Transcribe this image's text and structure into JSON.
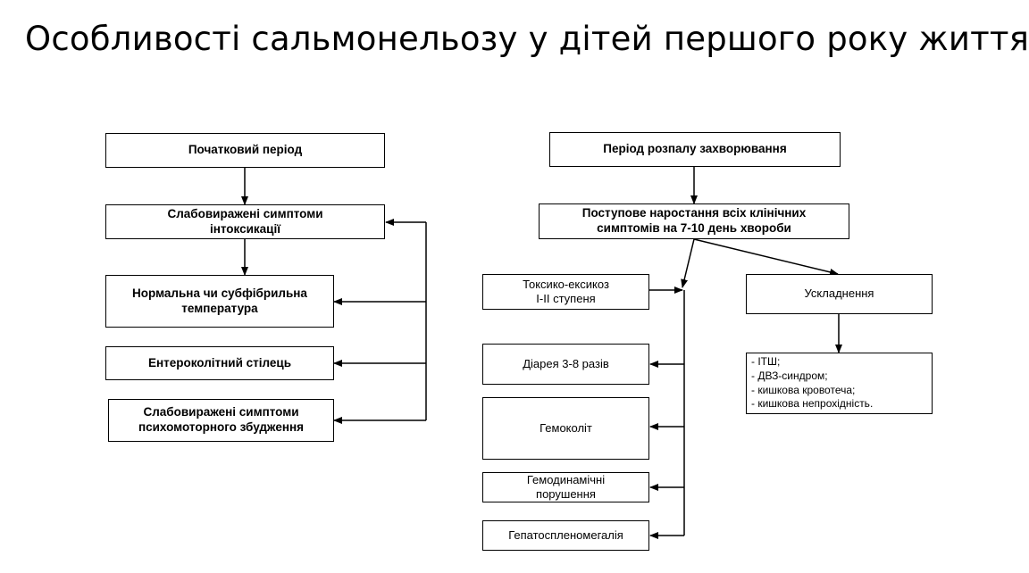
{
  "slide": {
    "title": "Особливості сальмонельозу у дітей першого року життя"
  },
  "left_column": {
    "header": "Початковий період",
    "intoxication": "Слабовиражені симптоми\nінтоксикації",
    "temperature": "Нормальна чи субфібрильна\nтемпература",
    "stool": "Ентероколітний стілець",
    "psychomotor": "Слабовиражені симптоми\nпсихомоторного збудження"
  },
  "right_column": {
    "header": "Період розпалу захворювання",
    "progression": "Поступове наростання всіх клінічних\nсимптомів на 7-10 день хвороби",
    "toxicosis": "Токсико-ексикоз\nI-II ступеня",
    "diarrhea": "Діарея 3-8 разів",
    "hemocolitis": "Гемоколіт",
    "hemodynamic": "Гемодинамічні\nпорушення",
    "hepatosplenomegaly": "Гепатоспленомегалія",
    "complications": "Ускладнення",
    "complications_list": "- ІТШ;\n-  ДВЗ-синдром;\n- кишкова кровотеча;\n- кишкова непрохідність."
  }
}
